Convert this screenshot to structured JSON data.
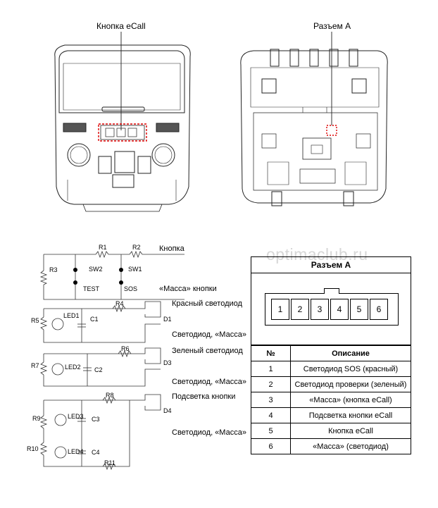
{
  "top_labels": {
    "ecall_button": "Кнопка eCall",
    "connector_a": "Разъем А"
  },
  "watermark": "optimaclub.ru",
  "circuit": {
    "labels": {
      "button": "Кнопка",
      "button_ground": "«Масса» кнопки",
      "red_led": "Красный светодиод",
      "led_ground_1": "Светодиод, «Масса»",
      "green_led": "Зеленый светодиод",
      "led_ground_2": "Светодиод, «Масса»",
      "button_backlight": "Подсветка кнопки",
      "led_ground_3": "Светодиод, «Масса»"
    },
    "components": {
      "r1": "R1",
      "r2": "R2",
      "r3": "R3",
      "r4": "R4",
      "r5": "R5",
      "r6": "R6",
      "r7": "R7",
      "r8": "R8",
      "r9": "R9",
      "r10": "R10",
      "r11": "R11",
      "sw1": "SW1",
      "sw2": "SW2",
      "test": "TEST",
      "sos": "SOS",
      "led1": "LED1",
      "led2": "LED2",
      "led3": "LED3",
      "led4": "LED4",
      "c1": "C1",
      "c2": "C2",
      "c3": "C3",
      "c4": "C4",
      "d1": "D1",
      "d3": "D3",
      "d4": "D4"
    }
  },
  "connector": {
    "title": "Разъем А",
    "pins": [
      "1",
      "2",
      "3",
      "4",
      "5",
      "6"
    ]
  },
  "pin_table": {
    "headers": {
      "num": "№",
      "desc": "Описание"
    },
    "rows": [
      {
        "num": "1",
        "desc": "Светодиод SOS (красный)"
      },
      {
        "num": "2",
        "desc": "Светодиод проверки (зеленый)"
      },
      {
        "num": "3",
        "desc": "«Масса» (кнопка eCall)"
      },
      {
        "num": "4",
        "desc": "Подсветка кнопки eCall"
      },
      {
        "num": "5",
        "desc": "Кнопка eCall"
      },
      {
        "num": "6",
        "desc": "«Масса» (светодиод)"
      }
    ]
  }
}
